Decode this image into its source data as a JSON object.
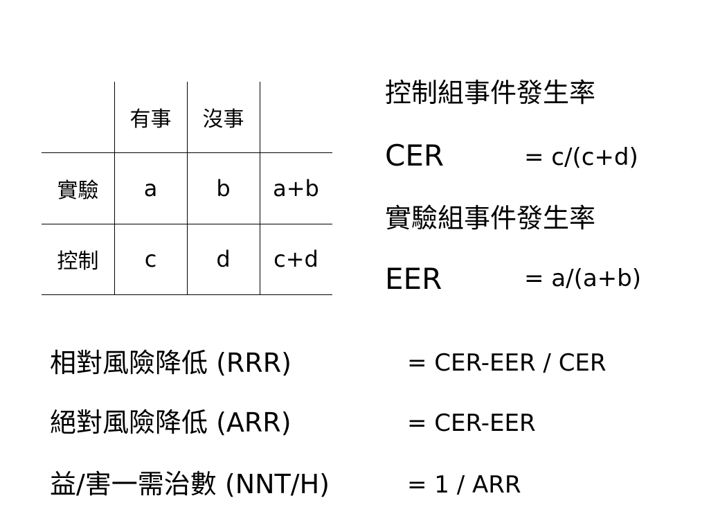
{
  "table": {
    "col_headers": [
      "有事",
      "沒事"
    ],
    "rows": [
      {
        "label": "實驗",
        "cells": [
          "a",
          "b",
          "a+b"
        ]
      },
      {
        "label": "控制",
        "cells": [
          "c",
          "d",
          "c+d"
        ]
      }
    ]
  },
  "definitions": [
    {
      "text": "控制組事件發生率",
      "abbr": "CER",
      "formula": "= c/(c+d)"
    },
    {
      "text": "實驗組事件發生率",
      "abbr": "EER",
      "formula": "= a/(a+b)"
    }
  ],
  "formulas": [
    {
      "label": "相對風險降低 (RRR)",
      "equation": "= CER-EER / CER"
    },
    {
      "label": "絕對風險降低 (ARR)",
      "equation": "= CER-EER"
    },
    {
      "label": "益/害一需治數 (NNT/H)",
      "equation": "= 1 / ARR"
    }
  ]
}
